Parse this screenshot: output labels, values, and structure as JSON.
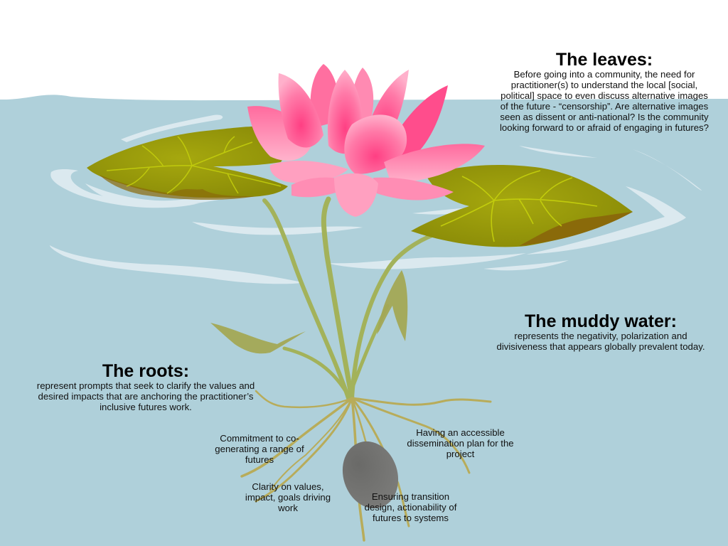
{
  "colors": {
    "background": "#ffffff",
    "water": "#afd0da",
    "water_ripple": "#dbe9ef",
    "lily_pad": "#9a9b0b",
    "lily_pad_shadow": "#8a6a0a",
    "lily_pad_veins": "#c6d10d",
    "lotus_pink": "#ff5c93",
    "lotus_light": "#ffa6c4",
    "stem": "#a3b25a",
    "roots": "#b8ac5a",
    "stone": "#717170",
    "text": "#111111"
  },
  "sections": {
    "leaves": {
      "title": "The leaves:",
      "body": "Before going into a community, the need for practitioner(s) to understand the local [social, political] space to even discuss alternative images of the future - “censorship”. Are alternative images seen as dissent or anti-national? Is the community looking forward to or afraid of engaging in futures?"
    },
    "muddy_water": {
      "title": "The muddy water:",
      "body": "represents the negativity, polarization and divisiveness that appears globally prevalent today."
    },
    "roots": {
      "title": "The roots:",
      "body": "represent prompts that seek to clarify the values and desired impacts that are anchoring the practitioner’s inclusive futures work."
    }
  },
  "root_prompts": [
    {
      "id": "commitment",
      "text": "Commitment to co-generating a range of futures"
    },
    {
      "id": "dissemination",
      "text": "Having an accessible dissemination plan for the project"
    },
    {
      "id": "clarity",
      "text": "Clarity on values, impact, goals driving work"
    },
    {
      "id": "transition",
      "text": "Ensuring transition design, actionability of futures to systems"
    }
  ],
  "illustration": {
    "subject": "lotus-flower-with-lily-pads-stem-and-roots",
    "elements": [
      "lotus-flower-icon",
      "lily-pad-left",
      "lily-pad-right",
      "stem",
      "submerged-leaves",
      "roots",
      "stone",
      "water-ripples"
    ]
  }
}
